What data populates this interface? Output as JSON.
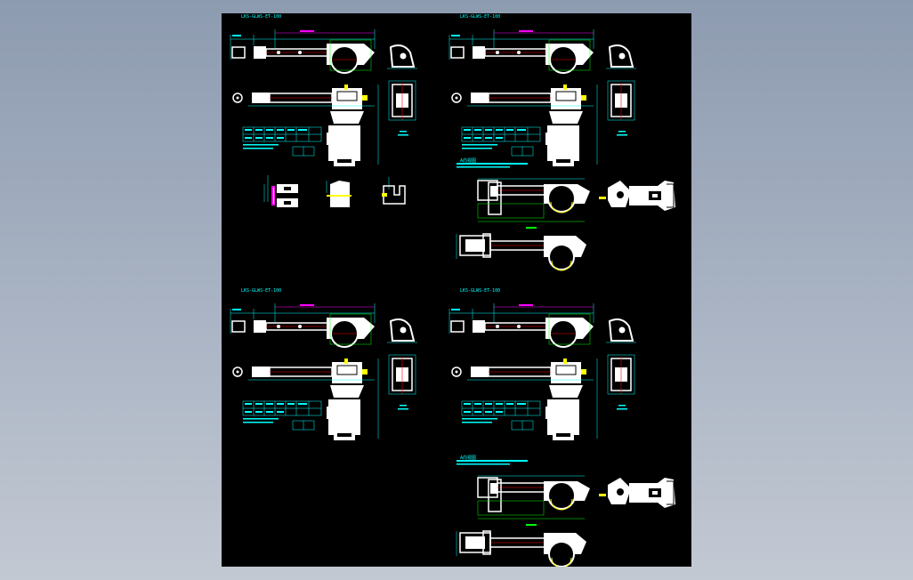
{
  "colors": {
    "background_top": "#8d9bb0",
    "background_bottom": "#c3c9d3",
    "sheet": "#000000",
    "part": "#ffffff",
    "dimension": "#00ffff",
    "outline": "#00ff00",
    "hidden": "#ff0000",
    "accent": "#ffff00",
    "note": "#ff00ff"
  },
  "drawing": {
    "view_titles": [
      "LKS-GLWS-ET-100",
      "LKS-GLWS-ET-100",
      "LKS-GLWS-ET-100",
      "LKS-GLWS-ET-100"
    ],
    "section_labels": [
      "A向视图",
      "A向视图"
    ]
  }
}
